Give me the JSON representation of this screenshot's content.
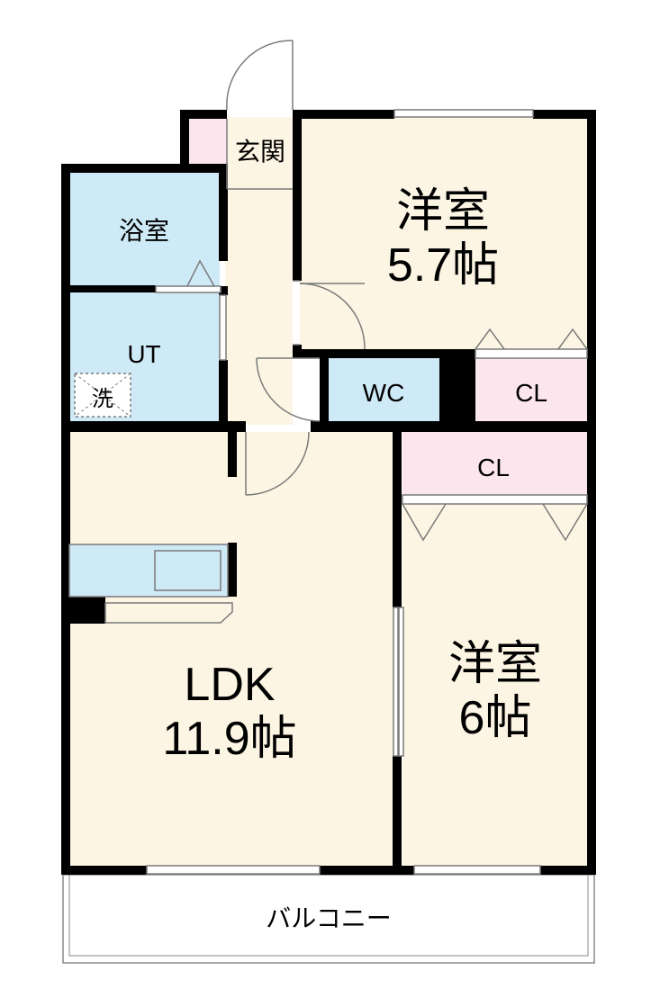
{
  "rooms": {
    "genkan": "玄関",
    "bath": "浴室",
    "ut": "UT",
    "washer": "洗",
    "wc": "WC",
    "closet_upper": "CL",
    "closet_lower": "CL",
    "western1_name": "洋室",
    "western1_size": "5.7帖",
    "western2_name": "洋室",
    "western2_size": "6帖",
    "ldk_name": "LDK",
    "ldk_size": "11.9帖",
    "balcony": "バルコニー"
  },
  "colors": {
    "room_fill": "#fdf5e3",
    "wet_fill": "#cfeaf7",
    "closet_fill": "#fce6ee",
    "wall": "#000000",
    "thin_line": "#7a7a7a"
  }
}
